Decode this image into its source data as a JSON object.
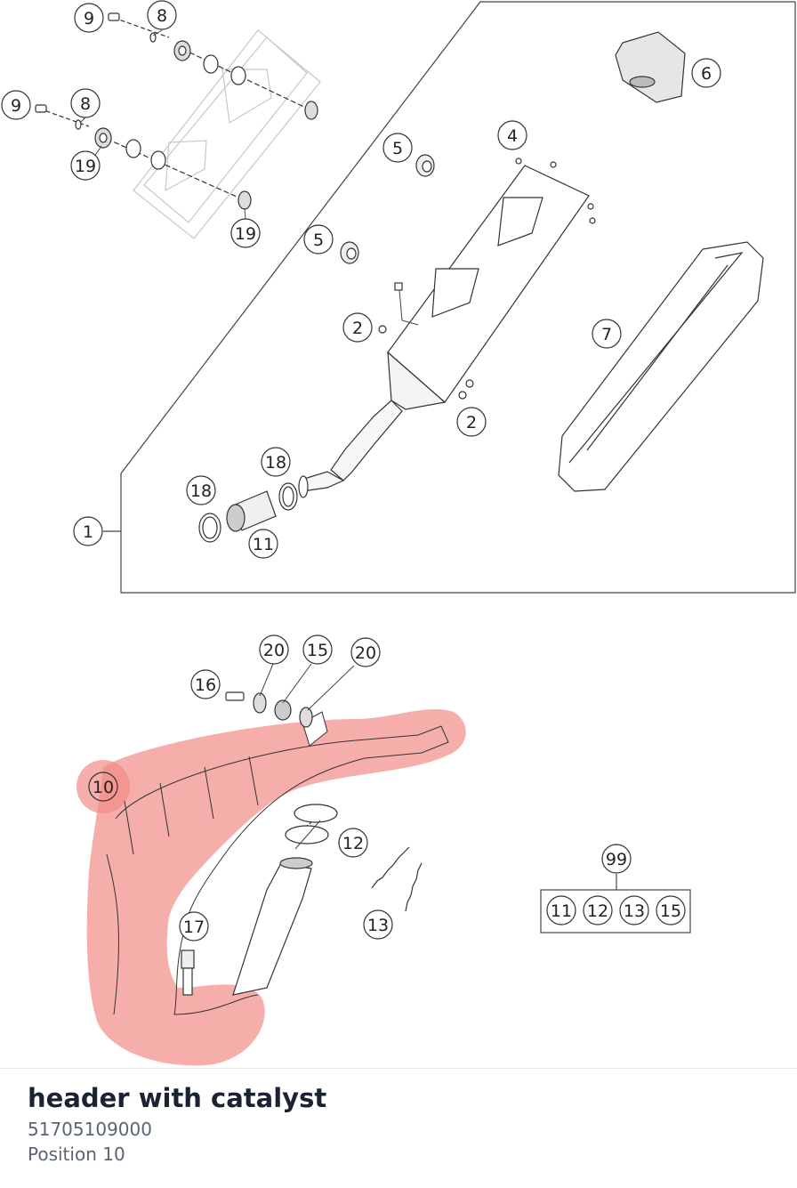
{
  "diagram": {
    "callouts": {
      "c9a": "9",
      "c8a": "8",
      "c9b": "9",
      "c8b": "8",
      "c19a": "19",
      "c19b": "19",
      "c6": "6",
      "c5a": "5",
      "c4": "4",
      "c5b": "5",
      "c2a": "2",
      "c7": "7",
      "c2b": "2",
      "c18a": "18",
      "c18b": "18",
      "c1": "1",
      "c11": "11",
      "c20a": "20",
      "c15": "15",
      "c20b": "20",
      "c16": "16",
      "c10": "10",
      "c12": "12",
      "c99": "99",
      "c17": "17",
      "c13": "13",
      "k11": "11",
      "k12": "12",
      "k13": "13",
      "k15": "15"
    },
    "highlight_color": "#f28c87",
    "line_color": "#333333"
  },
  "selected_part": {
    "name": "header with catalyst",
    "number": "51705109000",
    "position": "Position 10"
  }
}
